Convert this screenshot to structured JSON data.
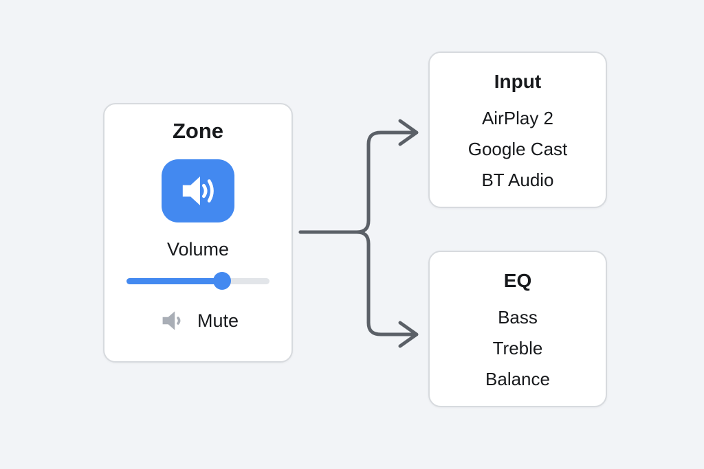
{
  "page": {
    "background": "#f2f4f7"
  },
  "connector": {
    "color": "#5b6067"
  },
  "zone_card": {
    "title": "Zone",
    "volume_label": "Volume",
    "mute_label": "Mute",
    "slider": {
      "value_percent": 67
    },
    "colors": {
      "accent_blue": "#4389f0",
      "track_gray": "#e2e5e9",
      "mute_icon_gray": "#a9aeb6"
    }
  },
  "input_card": {
    "title": "Input",
    "items": [
      "AirPlay 2",
      "Google Cast",
      "BT Audio"
    ]
  },
  "eq_card": {
    "title": "EQ",
    "items": [
      "Bass",
      "Treble",
      "Balance"
    ]
  }
}
